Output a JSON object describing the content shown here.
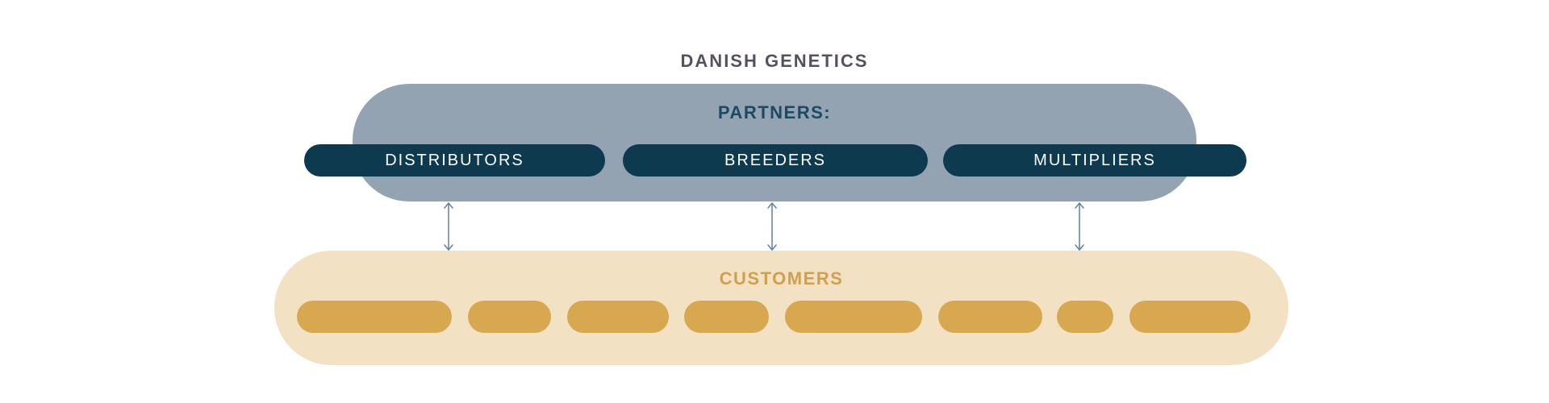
{
  "title": "DANISH GENETICS",
  "partners": {
    "label": "PARTNERS:",
    "items": [
      {
        "label": "DISTRIBUTORS"
      },
      {
        "label": "BREEDERS"
      },
      {
        "label": "MULTIPLIERS"
      }
    ]
  },
  "customers": {
    "label": "CUSTOMERS",
    "pill_count": 8
  },
  "connections": {
    "arrow_count": 3,
    "arrow_style": "double-headed-vertical"
  },
  "colors": {
    "title_text": "#57515f",
    "partners_bg": "#94a3b2",
    "partners_label_text": "#1b4a62",
    "partner_pill_bg": "#0d3a4e",
    "partner_pill_text": "#ffffff",
    "customers_bg": "#f2e1c3",
    "customers_label_text": "#cfa04f",
    "customer_pill": "#d8a851",
    "arrow": "#5d81a1"
  }
}
